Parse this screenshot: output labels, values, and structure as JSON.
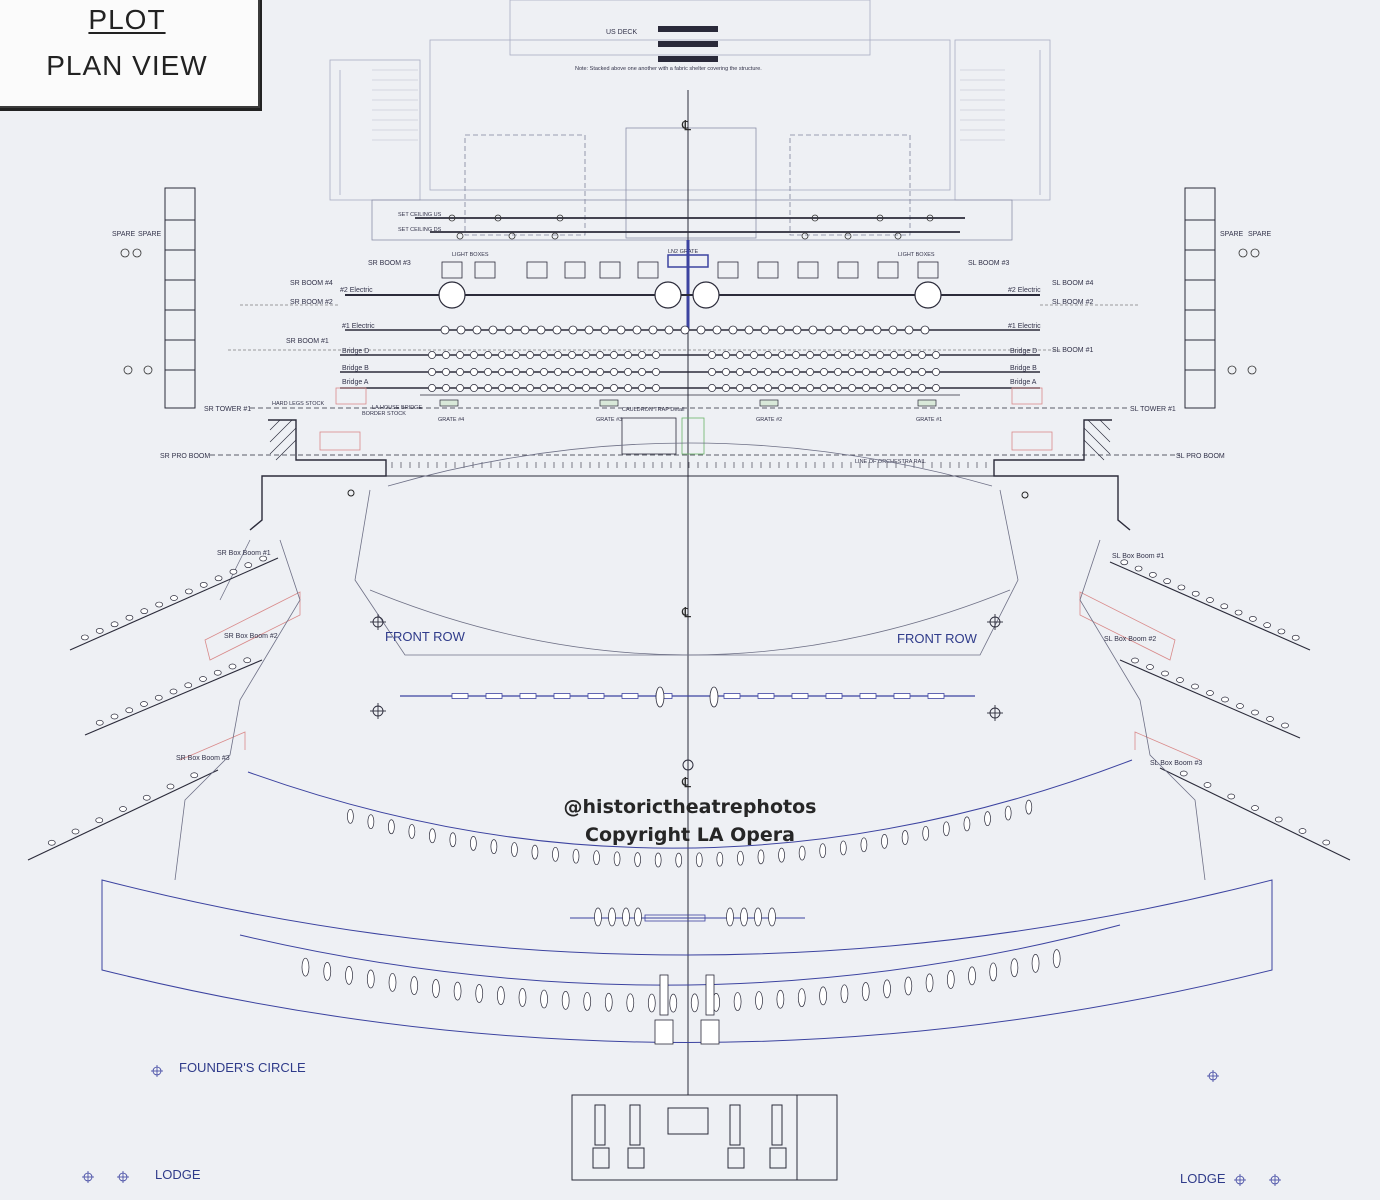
{
  "title": {
    "line1": "PLOT",
    "line2": "PLAN VIEW"
  },
  "watermark": {
    "line1": "@historictheatrephotos",
    "line2": "Copyright LA Opera"
  },
  "centerline_symbol": "℄",
  "stage_labels": {
    "us_deck": "US DECK",
    "us_deck_note": "Note: Stacked above one another with a fabric shelter covering the structure.",
    "set_ceiling_us": "SET CEILING US",
    "set_ceiling_ds": "SET CEILING DS",
    "light_boxes_left": "LIGHT BOXES",
    "light_boxes_right": "LIGHT BOXES",
    "ln2_grate": "LN2 GRATE",
    "sr_boom_3": "SR BOOM #3",
    "sr_boom_4": "SR BOOM #4",
    "sr_boom_2": "SR BOOM #2",
    "sr_boom_1": "SR BOOM #1",
    "sl_boom_3": "SL BOOM #3",
    "sl_boom_4": "SL BOOM #4",
    "sl_boom_2": "SL BOOM #2",
    "sl_boom_1": "SL BOOM #1",
    "electric_2_left": "#2 Electric",
    "electric_2_right": "#2 Electric",
    "electric_1_left": "#1 Electric",
    "electric_1_right": "#1 Electric",
    "bridge_d_left": "Bridge D",
    "bridge_d_right": "Bridge D",
    "bridge_b_left": "Bridge B",
    "bridge_b_right": "Bridge B",
    "bridge_a_left": "Bridge A",
    "bridge_a_right": "Bridge A",
    "sr_tower": "SR TOWER #1",
    "sl_tower": "SL TOWER #1",
    "hard_legs": "HARD LEGS STOCK",
    "la_house_bridge": "LA HOUSE BRIDGE",
    "sr_pro_boom": "SR PRO BOOM",
    "sl_pro_boom": "SL PRO BOOM",
    "border_stock": "BORDER STOCK",
    "cauldron_trap": "CAULDRON TRAP Detail",
    "grate_4": "GRATE #4",
    "grate_3": "GRATE #3",
    "grate_2": "GRATE #2",
    "grate_1": "GRATE #1",
    "line_of_orchestra_rail": "LINE OF ORCHESTRA RAIL",
    "spare_left_1": "SPARE",
    "spare_left_2": "SPARE",
    "spare_right_1": "SPARE",
    "spare_right_2": "SPARE"
  },
  "house_labels": {
    "front_row_left": "FRONT ROW",
    "front_row_right": "FRONT ROW",
    "sr_box_boom_1": "SR Box Boom #1",
    "sr_box_boom_2": "SR Box Boom #2",
    "sr_box_boom_3": "SR Box Boom #3",
    "sl_box_boom_1": "SL Box Boom #1",
    "sl_box_boom_2": "SL Box Boom #2",
    "sl_box_boom_3": "SL Box Boom #3",
    "founders_circle": "FOUNDER'S CIRCLE",
    "lodge_left": "LODGE",
    "lodge_right": "LODGE"
  },
  "colors": {
    "linework": "#3a3a4a",
    "blue_pipe": "#3c43a0",
    "red_outline": "#d98a8a",
    "background": "#eef0f4"
  }
}
